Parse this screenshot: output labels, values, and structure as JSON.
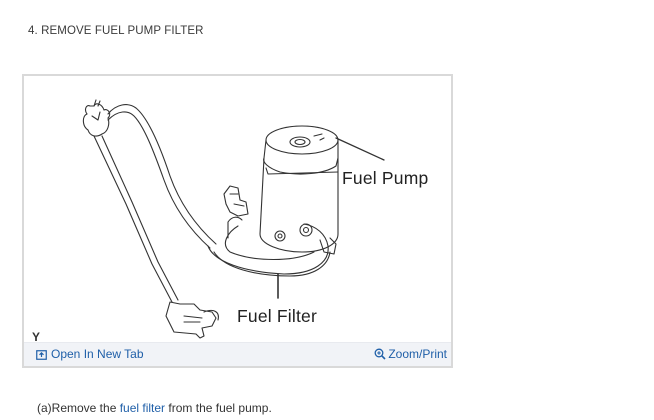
{
  "step": {
    "title": "4. REMOVE FUEL PUMP FILTER"
  },
  "figure": {
    "labels": {
      "fuel_pump": "Fuel Pump",
      "fuel_filter": "Fuel Filter"
    },
    "figure_code": "Y",
    "footer": {
      "open_new_tab": "Open In New Tab",
      "open_new_tab_icon": "open-new-tab-icon",
      "zoom_print": "Zoom/Print",
      "zoom_print_icon": "zoom-in-icon"
    }
  },
  "instruction": {
    "prefix": "(a)Remove the ",
    "link": "fuel filter",
    "suffix": " from the fuel pump."
  },
  "colors": {
    "link": "#1f5fa8",
    "frame_border": "#d9d9d9",
    "footer_bg": "#f1f3f7",
    "text": "#333333"
  }
}
